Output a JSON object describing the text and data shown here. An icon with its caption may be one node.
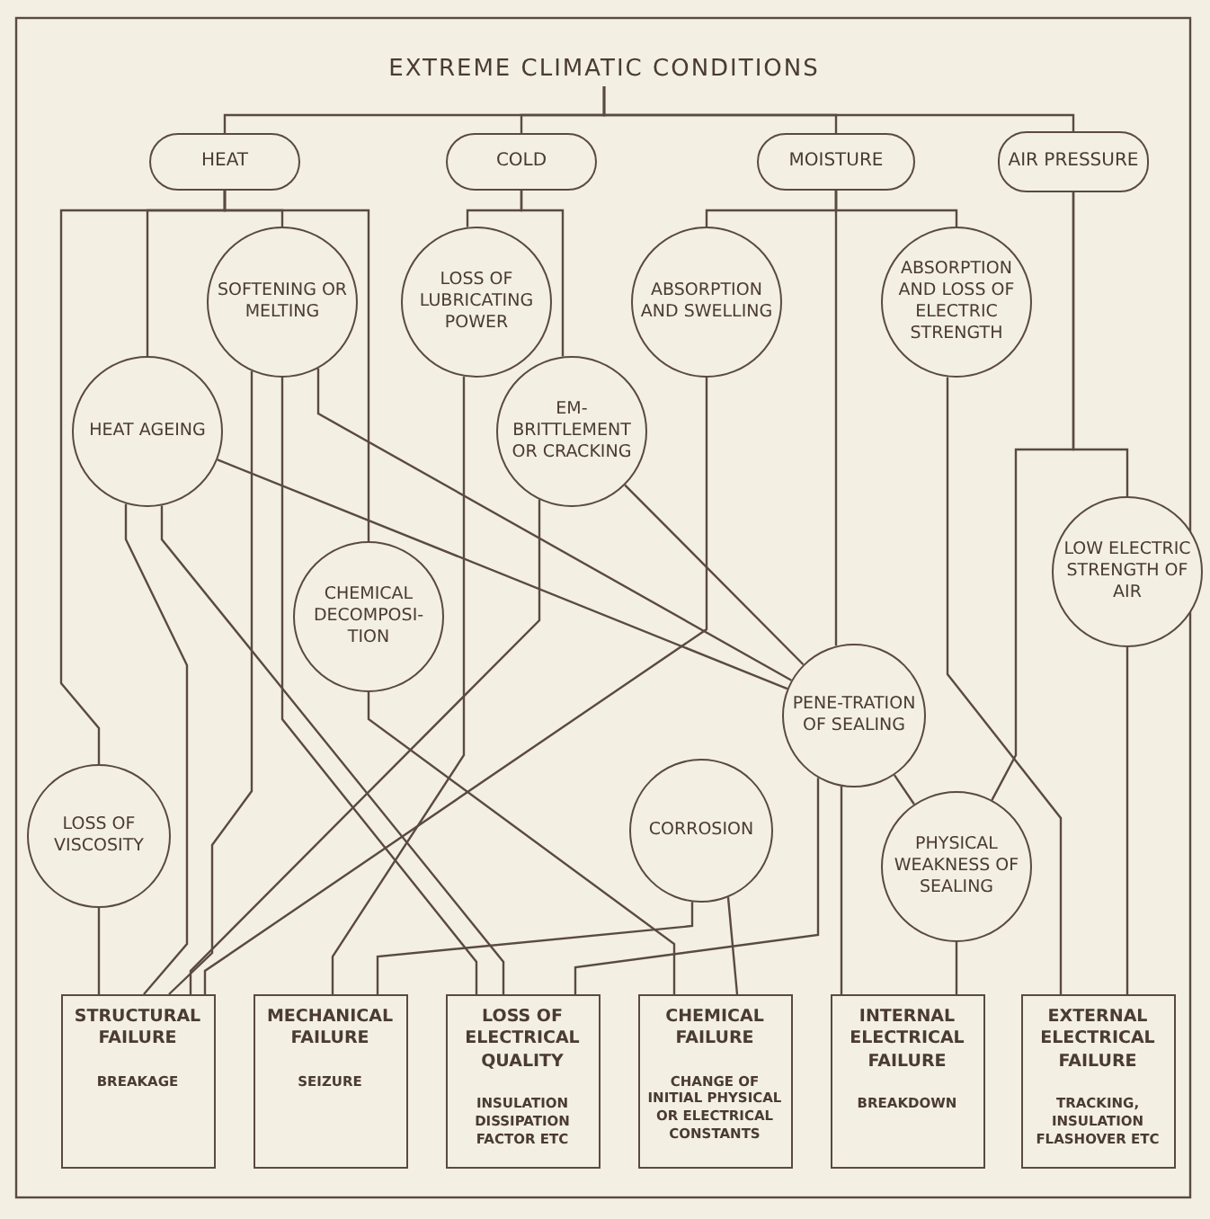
{
  "diagram": {
    "nodes": [
      {
        "text": [
          "EXTREME CLIMATIC CONDITIONS"
        ]
      },
      {
        "text": [
          "HEAT"
        ]
      },
      {
        "text": [
          "COLD"
        ]
      },
      {
        "text": [
          "MOISTURE"
        ]
      },
      {
        "text": [
          "AIR PRESSURE"
        ]
      },
      {
        "text": [
          "SOFTENING OR MELTING"
        ]
      },
      {
        "text": [
          "LOSS OF LUBRICATING POWER"
        ]
      },
      {
        "text": [
          "ABSORPTION AND SWELLING"
        ]
      },
      {
        "text": [
          "ABSORPTION AND LOSS OF ELECTRIC STRENGTH"
        ]
      },
      {
        "text": [
          "HEAT AGEING"
        ]
      },
      {
        "text": [
          "EM-BRITTLEMENT OR CRACKING"
        ]
      },
      {
        "text": [
          "CHEMICAL DECOMPOSI-TION"
        ]
      },
      {
        "text": [
          "LOW ELECTRIC STRENGTH OF AIR"
        ]
      },
      {
        "text": [
          "PENE-TRATION OF SEALING"
        ]
      },
      {
        "text": [
          "LOSS OF VISCOSITY"
        ]
      },
      {
        "text": [
          "CORROSION"
        ]
      },
      {
        "text": [
          "PHYSICAL WEAKNESS OF SEALING"
        ]
      },
      {
        "text": [
          "STRUCTURAL FAILURE",
          "BREAKAGE"
        ]
      },
      {
        "text": [
          "MECHANICAL FAILURE",
          "SEIZURE"
        ]
      },
      {
        "text": [
          "LOSS OF ELECTRICAL QUALITY",
          "INSULATION DISSIPATION FACTOR ETC"
        ]
      },
      {
        "text": [
          "CHEMICAL FAILURE",
          "CHANGE OF INITIAL PHYSICAL OR ELECTRICAL CONSTANTS"
        ]
      },
      {
        "text": [
          "INTERNAL ELECTRICAL FAILURE",
          "BREAKDOWN"
        ]
      },
      {
        "text": [
          "EXTERNAL ELECTRICAL FAILURE",
          "TRACKING, INSULATION FLASHOVER ETC"
        ]
      }
    ],
    "edges": [
      {
        "from": 0,
        "to": 1,
        "arrow": "none"
      },
      {
        "from": 0,
        "to": 2,
        "arrow": "none"
      },
      {
        "from": 0,
        "to": 3,
        "arrow": "none"
      },
      {
        "from": 0,
        "to": 4,
        "arrow": "none"
      },
      {
        "from": 1,
        "to": 14,
        "arrow": "none"
      },
      {
        "from": 1,
        "to": 9,
        "arrow": "none"
      },
      {
        "from": 1,
        "to": 5,
        "arrow": "none"
      },
      {
        "from": 1,
        "to": 11,
        "arrow": "none"
      },
      {
        "from": 2,
        "to": 6,
        "arrow": "none"
      },
      {
        "from": 2,
        "to": 10,
        "arrow": "none"
      },
      {
        "from": 3,
        "to": 7,
        "arrow": "none"
      },
      {
        "from": 3,
        "to": 13,
        "arrow": "none"
      },
      {
        "from": 3,
        "to": 8,
        "arrow": "none"
      },
      {
        "from": 4,
        "to": 12,
        "arrow": "none"
      },
      {
        "from": 4,
        "to": 16,
        "arrow": "none"
      },
      {
        "from": 5,
        "to": 17,
        "arrow": "none"
      },
      {
        "from": 5,
        "to": 19,
        "arrow": "none"
      },
      {
        "from": 5,
        "to": 13,
        "arrow": "none"
      },
      {
        "from": 6,
        "to": 18,
        "arrow": "none"
      },
      {
        "from": 7,
        "to": 17,
        "arrow": "none"
      },
      {
        "from": 8,
        "to": 22,
        "arrow": "none"
      },
      {
        "from": 9,
        "to": 17,
        "arrow": "none"
      },
      {
        "from": 9,
        "to": 19,
        "arrow": "none"
      },
      {
        "from": 9,
        "to": 13,
        "arrow": "none"
      },
      {
        "from": 10,
        "to": 17,
        "arrow": "none"
      },
      {
        "from": 10,
        "to": 13,
        "arrow": "none"
      },
      {
        "from": 11,
        "to": 20,
        "arrow": "none"
      },
      {
        "from": 12,
        "to": 22,
        "arrow": "none"
      },
      {
        "from": 13,
        "to": 16,
        "arrow": "none"
      },
      {
        "from": 13,
        "to": 21,
        "arrow": "none"
      },
      {
        "from": 13,
        "to": 19,
        "arrow": "none"
      },
      {
        "from": 14,
        "to": 17,
        "arrow": "none"
      },
      {
        "from": 15,
        "to": 20,
        "arrow": "none"
      },
      {
        "from": 15,
        "to": 18,
        "arrow": "none"
      },
      {
        "from": 16,
        "to": 21,
        "arrow": "none"
      }
    ]
  }
}
